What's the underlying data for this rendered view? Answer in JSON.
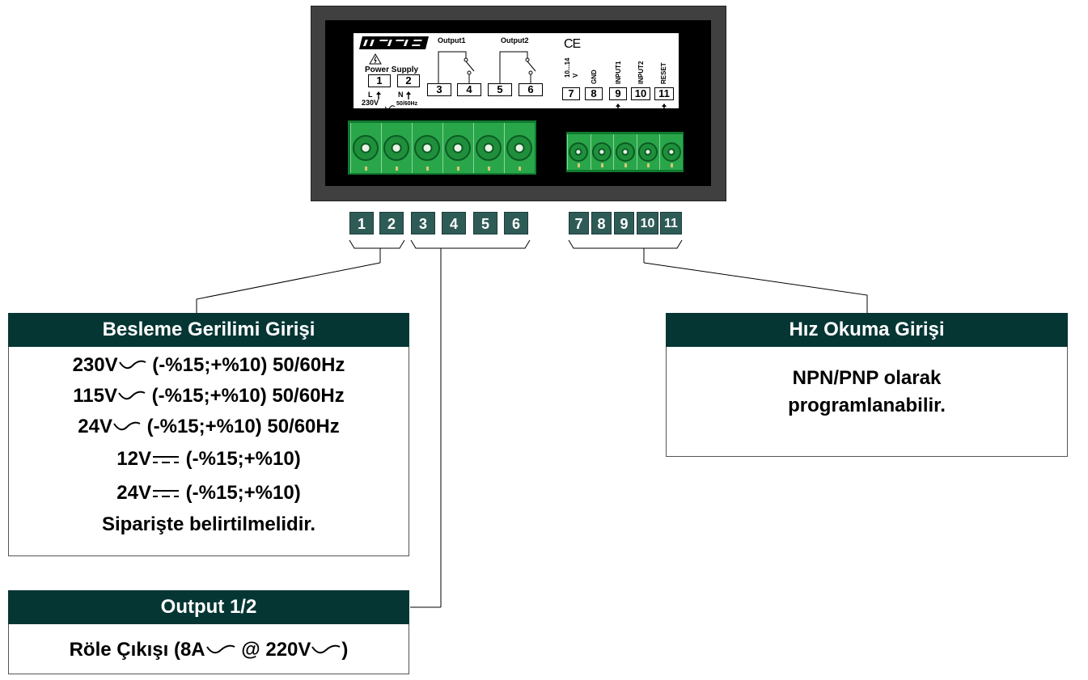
{
  "device": {
    "brand": "ENDA",
    "ce_mark": "CE",
    "power_supply_label": "Power Supply",
    "output1_label": "Output1",
    "output2_label": "Output2",
    "terminal_L": "L",
    "terminal_N": "N",
    "supply_voltage": "230V",
    "supply_freq": "50/60Hz",
    "label_10_14": "10...14",
    "label_v": "V",
    "label_gnd": "GND",
    "label_input1": "INPUT1",
    "label_input2": "INPUT2",
    "label_reset": "RESET",
    "terminals": [
      "1",
      "2",
      "3",
      "4",
      "5",
      "6",
      "7",
      "8",
      "9",
      "10",
      "11"
    ]
  },
  "terminal_numbers": [
    "1",
    "2",
    "3",
    "4",
    "5",
    "6",
    "7",
    "8",
    "9",
    "10",
    "11"
  ],
  "supply_box": {
    "title": "Besleme Gerilimi Girişi",
    "lines": [
      {
        "pre": "230V",
        "post": " (-%15;+%10) 50/60Hz",
        "symbol": "ac"
      },
      {
        "pre": "115V",
        "post": " (-%15;+%10) 50/60Hz",
        "symbol": "ac"
      },
      {
        "pre": "24V",
        "post": " (-%15;+%10) 50/60Hz",
        "symbol": "ac"
      },
      {
        "pre": "12V",
        "post": " (-%15;+%10)",
        "symbol": "dc"
      },
      {
        "pre": "24V",
        "post": " (-%15;+%10)",
        "symbol": "dc"
      }
    ],
    "note": "Siparişte belirtilmelidir."
  },
  "speed_box": {
    "title": "Hız Okuma Girişi",
    "line1": "NPN/PNP olarak",
    "line2": "programlanabilir."
  },
  "output_box": {
    "title": "Output 1/2",
    "text_a": "Röle Çıkışı (8A",
    "text_b": " @ 220V",
    "text_c": ")"
  },
  "colors": {
    "header_bg": "#063634",
    "tile_bg": "#2f5b57",
    "connector_green": "#2aa64a",
    "device_frame": "#404040"
  }
}
